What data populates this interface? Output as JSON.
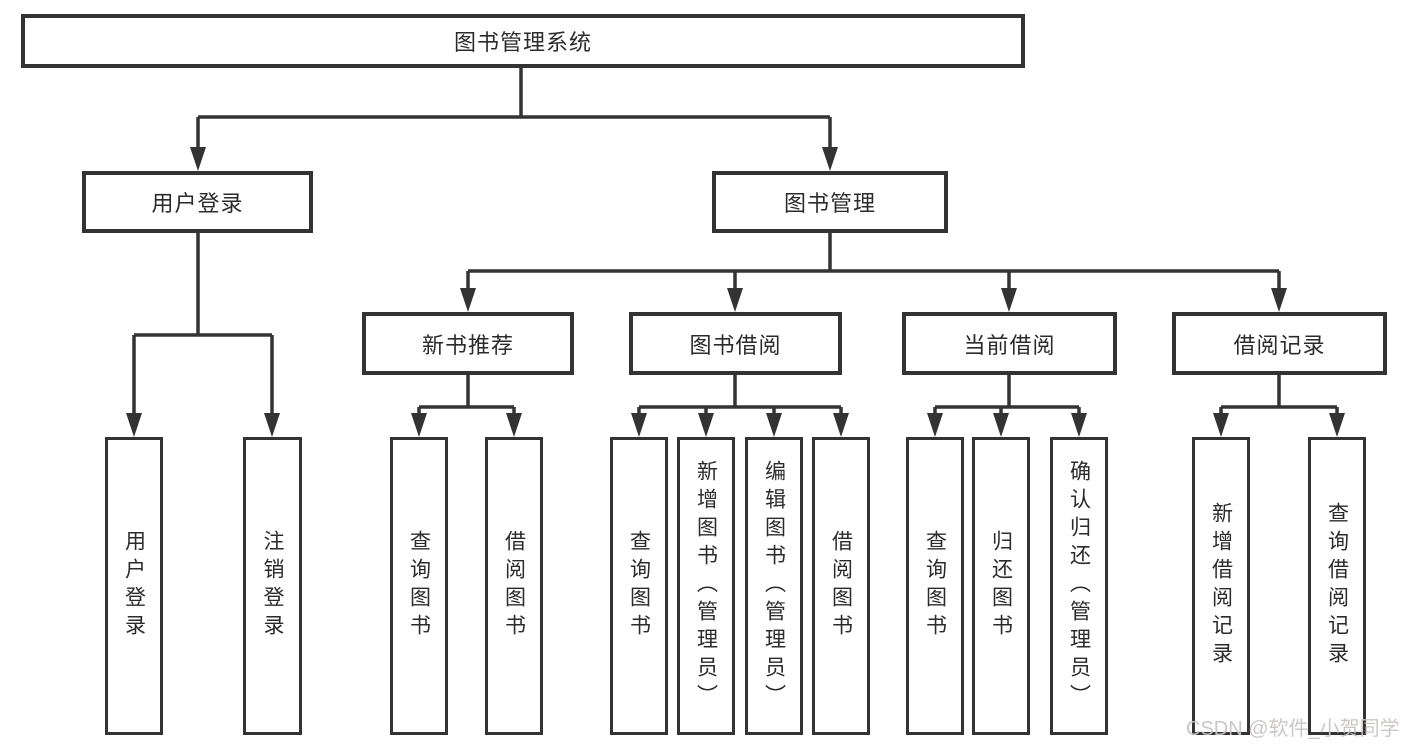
{
  "tree": {
    "label": "图书管理系统",
    "children": [
      {
        "label": "用户登录",
        "children": [
          {
            "label": "用户登录"
          },
          {
            "label": "注销登录"
          }
        ]
      },
      {
        "label": "图书管理",
        "children": [
          {
            "label": "新书推荐",
            "children": [
              {
                "label": "查询图书"
              },
              {
                "label": "借阅图书"
              }
            ]
          },
          {
            "label": "图书借阅",
            "children": [
              {
                "label": "查询图书"
              },
              {
                "label": "新增图书（管理员）"
              },
              {
                "label": "编辑图书（管理员）"
              },
              {
                "label": "借阅图书"
              }
            ]
          },
          {
            "label": "当前借阅",
            "children": [
              {
                "label": "查询图书"
              },
              {
                "label": "归还图书"
              },
              {
                "label": "确认归还（管理员）"
              }
            ]
          },
          {
            "label": "借阅记录",
            "children": [
              {
                "label": "新增借阅记录"
              },
              {
                "label": "查询借阅记录"
              }
            ]
          }
        ]
      }
    ]
  },
  "watermark": {
    "text": "CSDN @软件_小贺同学"
  },
  "colors": {
    "line": "#333333",
    "box_border": "#333333",
    "text": "#2b2b2b",
    "background": "#ffffff",
    "watermark": "#c9c3c3"
  }
}
